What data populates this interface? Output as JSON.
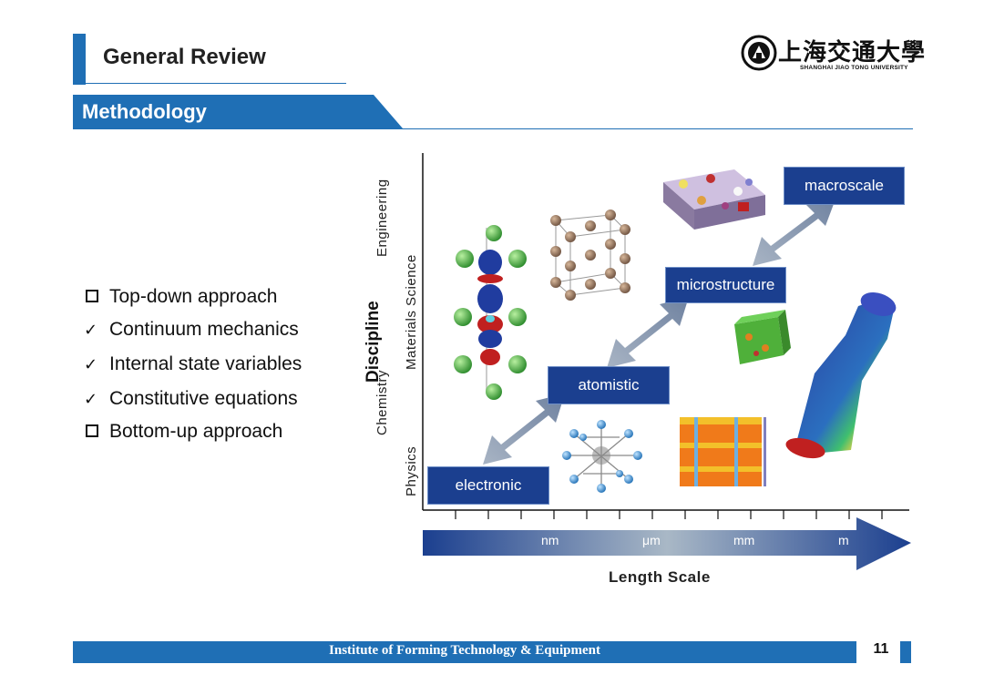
{
  "header": {
    "title": "General Review",
    "logo_cn": "上海交通大學",
    "logo_en": "SHANGHAI JIAO TONG UNIVERSITY"
  },
  "section": {
    "title": "Methodology"
  },
  "bullets": [
    {
      "marker": "square",
      "text": "Top-down approach"
    },
    {
      "marker": "check",
      "text": "Continuum mechanics"
    },
    {
      "marker": "check",
      "text": "Internal state variables"
    },
    {
      "marker": "check",
      "text": "Constitutive equations"
    },
    {
      "marker": "square",
      "text": "Bottom-up approach"
    }
  ],
  "diagram": {
    "y_axis_title": "Discipline",
    "disciplines": [
      "Physics",
      "Chemistry",
      "Materials Science",
      "Engineering"
    ],
    "scales": [
      "electronic",
      "atomistic",
      "microstructure",
      "macroscale"
    ],
    "x_axis_title": "Length Scale",
    "x_ticks": [
      "nm",
      "μm",
      "mm",
      "m"
    ]
  },
  "footer": {
    "institute": "Institute of Forming Technology & Equipment",
    "page_number": "11"
  },
  "colors": {
    "brand_blue": "#1f6fb5",
    "scale_box": "#1b3f8f"
  }
}
